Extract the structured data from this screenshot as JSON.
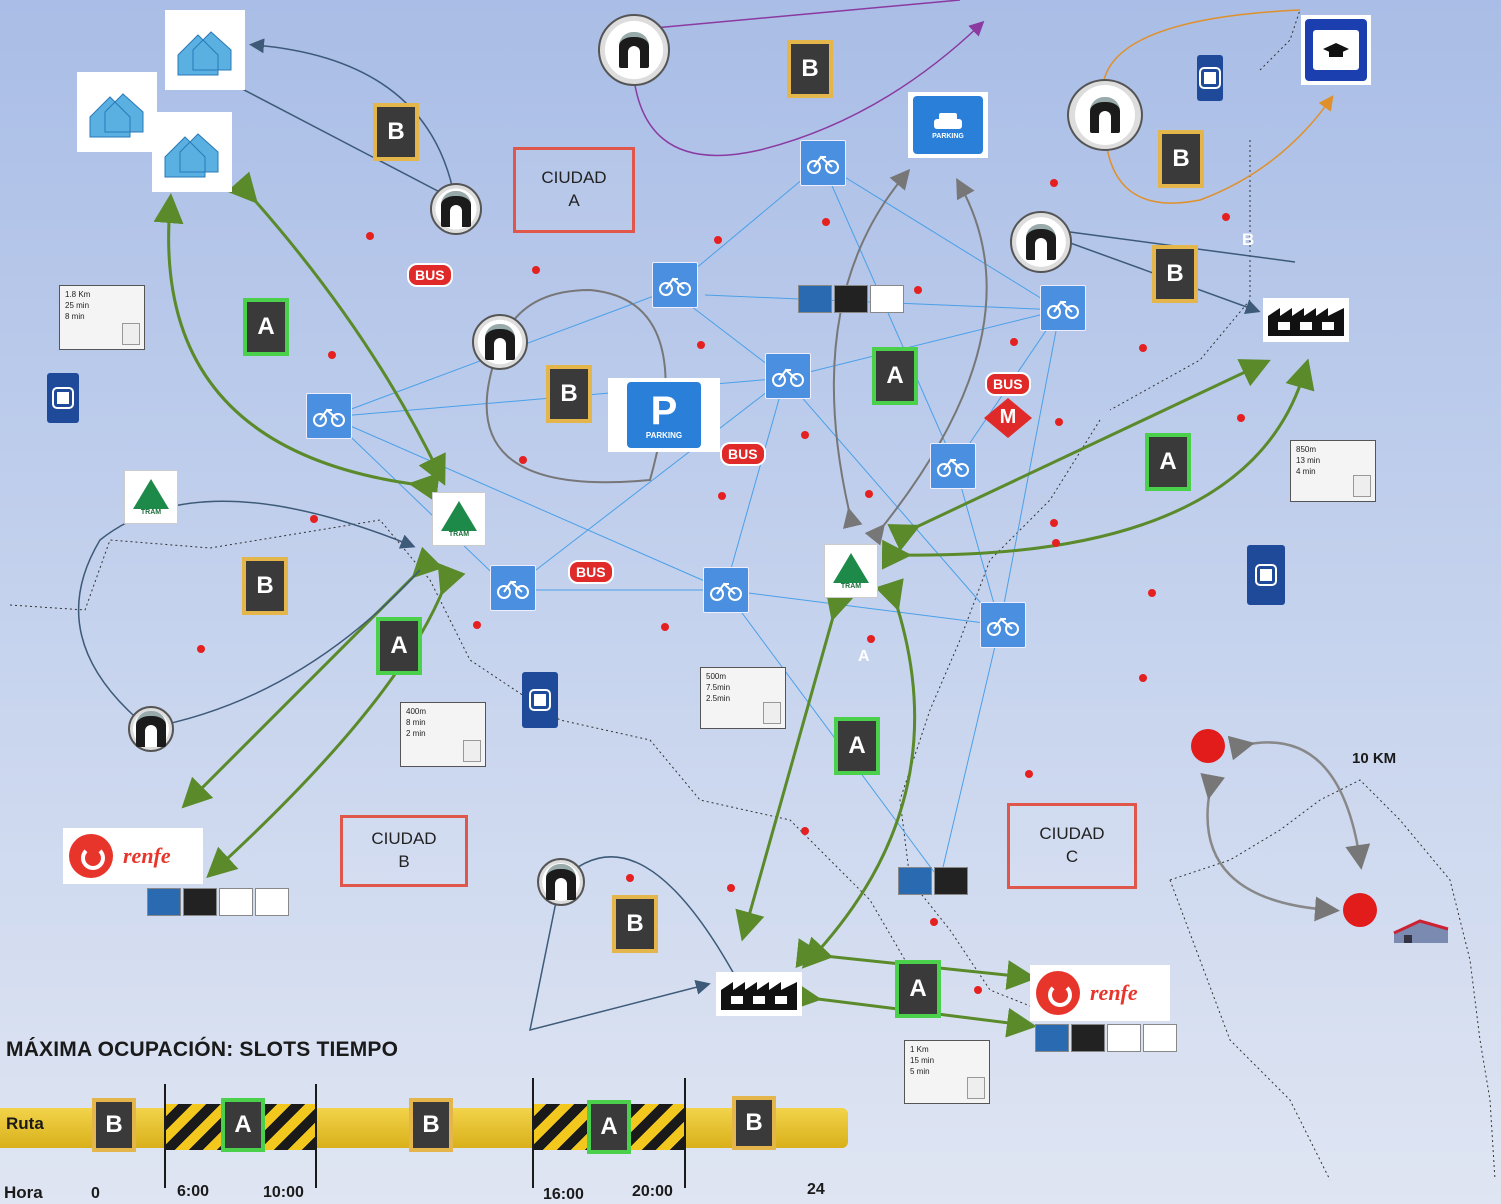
{
  "route_badges": {
    "b": "B",
    "a": "A"
  },
  "cities": [
    {
      "line1": "CIUDAD",
      "line2": "A"
    },
    {
      "line1": "CIUDAD",
      "line2": "B"
    },
    {
      "line1": "CIUDAD",
      "line2": "C"
    }
  ],
  "bus_label": "BUS",
  "metro_label": "M",
  "parking": {
    "letter": "P",
    "word": "PARKING"
  },
  "parking_small": "PARKING",
  "tram_label": "TRAM",
  "renfe_label": "renfe",
  "infoboxes": [
    {
      "lines": [
        "1.8 Km",
        "25 min",
        "8 min"
      ]
    },
    {
      "lines": [
        "850m",
        "13 min",
        "4 min"
      ]
    },
    {
      "lines": [
        "400m",
        "8 min",
        "2 min"
      ]
    },
    {
      "lines": [
        "500m",
        "7.5min",
        "2.5min"
      ]
    },
    {
      "lines": [
        "1 Km",
        "15 min",
        "5 min"
      ]
    }
  ],
  "scale": {
    "label": "10 KM"
  },
  "small_labels": {
    "b_plain": "B",
    "a_plain": "A"
  },
  "timeline": {
    "title": "MÁXIMA OCUPACIÓN: SLOTS TIEMPO",
    "row_ruta": "Ruta",
    "row_hora": "Hora",
    "slots": [
      "B",
      "A",
      "B",
      "A",
      "B"
    ],
    "ticks": [
      "0",
      "6:00",
      "10:00",
      "16:00",
      "20:00",
      "24"
    ]
  },
  "colors": {
    "background_top": "#a9bde6",
    "route_a": "#5a8a2a",
    "route_b": "#3d5a78",
    "bike_lines": "#4aa0e8",
    "timeline_bar": "#e8c21e",
    "city_border": "#e0564b"
  }
}
